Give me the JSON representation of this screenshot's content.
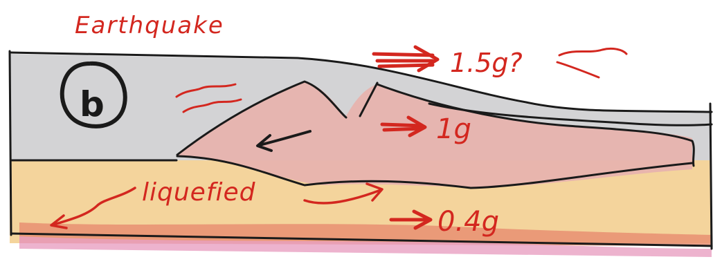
{
  "title": "Earthquake",
  "panel_label": "b",
  "labels": {
    "top_acceleration": "1.5g?",
    "mid_acceleration": "1g",
    "bottom_acceleration": "0.4g",
    "layer_state": "liquefied"
  },
  "colors": {
    "ink_red": "#d3271f",
    "ink_black": "#1a1a1a",
    "upper_layer_grey": "#d3d3d5",
    "slide_mass_pink": "#e7b3ae",
    "liquefied_layer_tan": "#f4d49c",
    "base_stripe_salmon": "#e88f72",
    "base_stripe_pink": "#e9a0c2"
  },
  "icons": [
    "wave-lines-icon",
    "right-arrow-icon",
    "left-arrow-icon",
    "curved-arrow-icon"
  ]
}
